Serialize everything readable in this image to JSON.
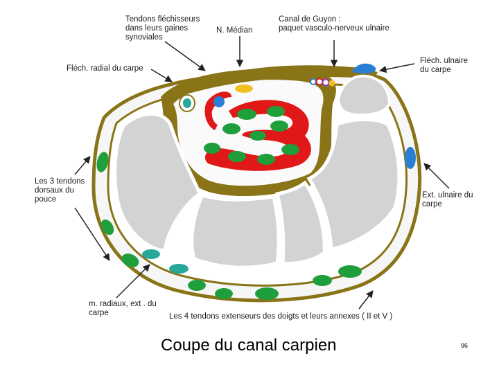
{
  "labels": {
    "flexor_tendons": "Tendons fléchisseurs\ndans leurs gaines\nsynoviales",
    "median_nerve": "N. Médian",
    "guyon_canal": "Canal de Guyon :\npaquet vasculo-nerveux ulnaire",
    "flexor_carpi_ulnaris": "Fléch. ulnaire\ndu carpe",
    "flexor_carpi_radialis": "Fléch. radial du carpe",
    "thumb_dorsal_tendons": "Les 3 tendons\ndorsaux du\npouce",
    "extensor_carpi_ulnaris": "Ext. ulnaire du\ncarpe",
    "radial_extensors": "m. radiaux, ext . du\ncarpe",
    "finger_extensors": "Les 4 tendons extenseurs des doigts et leurs annexes ( II et V )"
  },
  "caption": "Coupe du canal carpien",
  "page_number": "96",
  "colors": {
    "sheath": "#8a7418",
    "bone": "#d3d3d3",
    "tendon_green": "#1f9e3c",
    "tendon_teal": "#27a89a",
    "synovial_red": "#e01818",
    "nerve_blue": "#2a7fd4",
    "median_yellow": "#f0c020"
  }
}
